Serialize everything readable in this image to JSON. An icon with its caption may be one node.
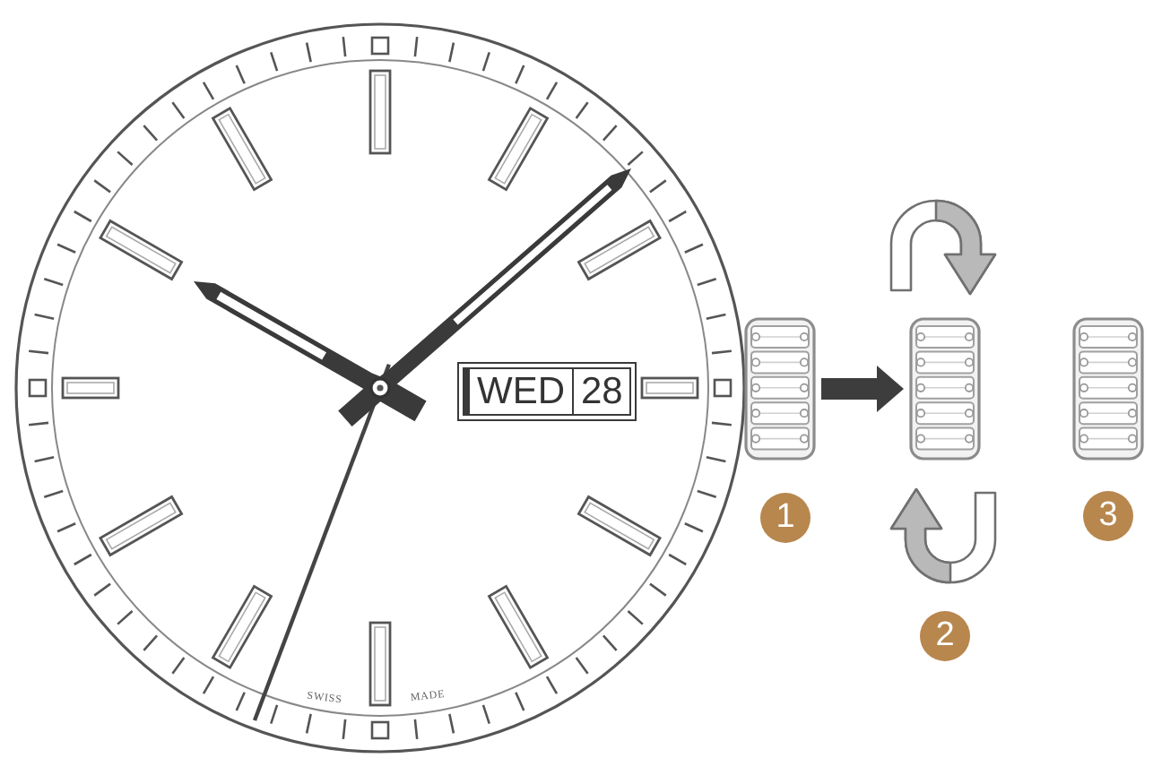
{
  "diagram": {
    "nodes": [
      {
        "text": [
          "WED",
          "28"
        ]
      },
      {
        "text": [],
        "shape": "picture"
      },
      {
        "text": [],
        "shape": "picture"
      },
      {
        "text": [],
        "shape": "picture"
      }
    ],
    "edges": [
      {
        "from": 1,
        "to": 2,
        "arrow": "to"
      }
    ],
    "labels": [
      "1",
      "3",
      "2",
      "SWISS",
      "MADE"
    ]
  }
}
